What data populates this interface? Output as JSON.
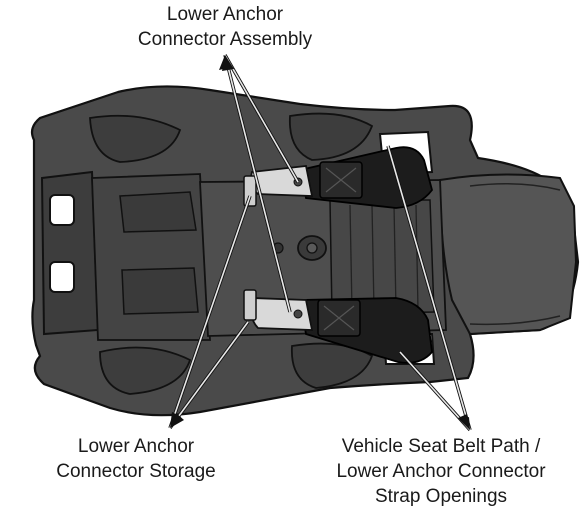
{
  "labels": {
    "assembly": {
      "line1": "Lower Anchor",
      "line2": "Connector Assembly"
    },
    "storage": {
      "line1": "Lower Anchor",
      "line2": "Connector Storage"
    },
    "belt_path": {
      "line1": "Vehicle Seat Belt Path /",
      "line2": "Lower Anchor Connector",
      "line3": "Strap Openings"
    }
  },
  "colors": {
    "shell": "#4a4a4a",
    "shell_dark": "#2f2f2f",
    "outline": "#111111",
    "strap": "#1c1c1c",
    "metal": "#d9d9d9",
    "leader": "#e8e8e8"
  }
}
